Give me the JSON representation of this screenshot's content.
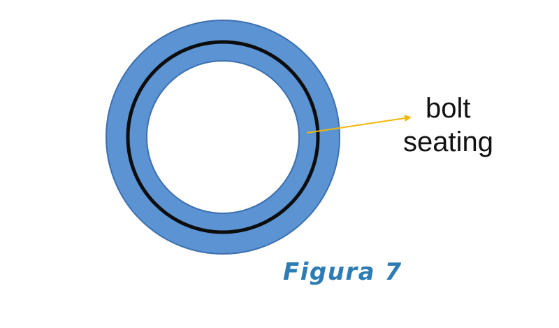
{
  "diagram": {
    "label_lines": [
      "bolt",
      "seating"
    ],
    "caption": "Figura 7"
  },
  "colors": {
    "ring_fill": "#5b93d3",
    "ring_stroke": "#3d6fae",
    "seating_circle": "#0d0d0d",
    "arrow": "#f2b705",
    "caption": "#2e7cb4",
    "background": "#ffffff"
  }
}
